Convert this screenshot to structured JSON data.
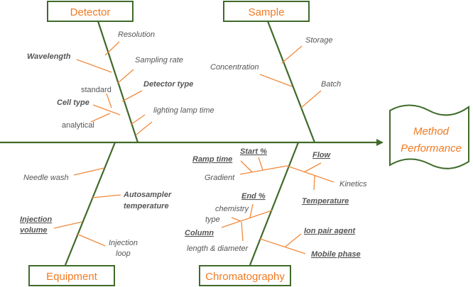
{
  "categories": {
    "detector": "Detector",
    "sample": "Sample",
    "equipment": "Equipment",
    "chromatography": "Chromatography"
  },
  "effect": {
    "line1": "Method",
    "line2": "Performance"
  },
  "causes": {
    "resolution": "Resolution",
    "wavelength": "Wavelength",
    "sampling_rate": "Sampling rate",
    "standard": "standard",
    "detector_type": "Detector type",
    "cell_type": "Cell type",
    "lighting_lamp_time": "lighting lamp time",
    "analytical": "analytical",
    "storage": "Storage",
    "concentration": "Concentration",
    "batch": "Batch",
    "needle_wash": "Needle wash",
    "autosampler_temperature_1": "Autosampler",
    "autosampler_temperature_2": "temperature",
    "injection_volume_1": "Injection",
    "injection_volume_2": "volume",
    "injection_loop_1": "Injection",
    "injection_loop_2": "loop",
    "ramp_time": "Ramp time",
    "start_pct": "Start %",
    "flow": "Flow",
    "gradient": "Gradient",
    "kinetics": "Kinetics",
    "end_pct": "End %",
    "temperature": "Temperature",
    "chemistry": "chemistry",
    "type": "type",
    "column": "Column",
    "ion_pair_agent": "Ion pair agent",
    "length_diameter": "length & diameter",
    "mobile_phase": "Mobile phase"
  }
}
